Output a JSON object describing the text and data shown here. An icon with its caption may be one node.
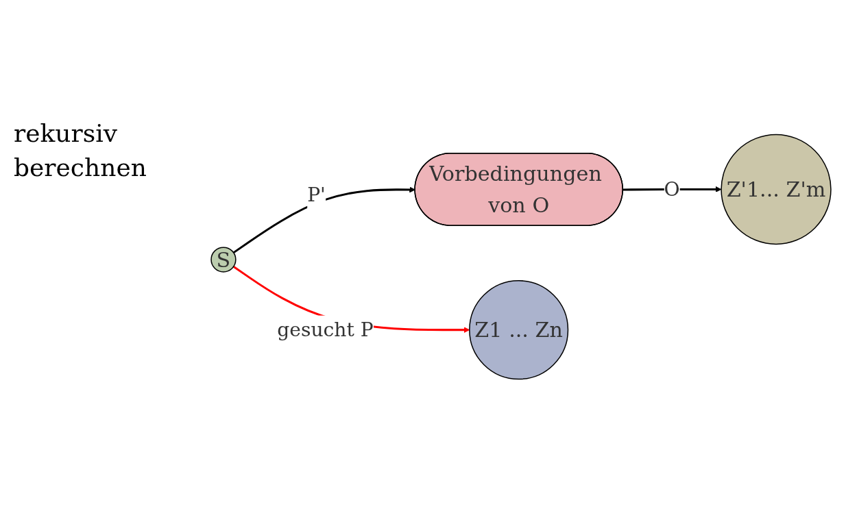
{
  "diagram": {
    "nodes": [
      {
        "text": [
          "Vorbedingungen von O"
        ]
      },
      {
        "text": [
          "S"
        ]
      },
      {
        "text": [
          "Z'1... Z'm"
        ]
      },
      {
        "text": [
          "Z1 ... Zn"
        ]
      }
    ],
    "edges": [
      {
        "from": 1,
        "to": 0,
        "arrow": "to",
        "label": "P'"
      },
      {
        "from": 0,
        "to": 2,
        "arrow": "to",
        "label": "O"
      },
      {
        "from": 1,
        "to": 3,
        "arrow": "to",
        "label": "gesucht P",
        "color": "#ff0000"
      }
    ],
    "labels": [
      "rekursiv berechnen"
    ]
  }
}
